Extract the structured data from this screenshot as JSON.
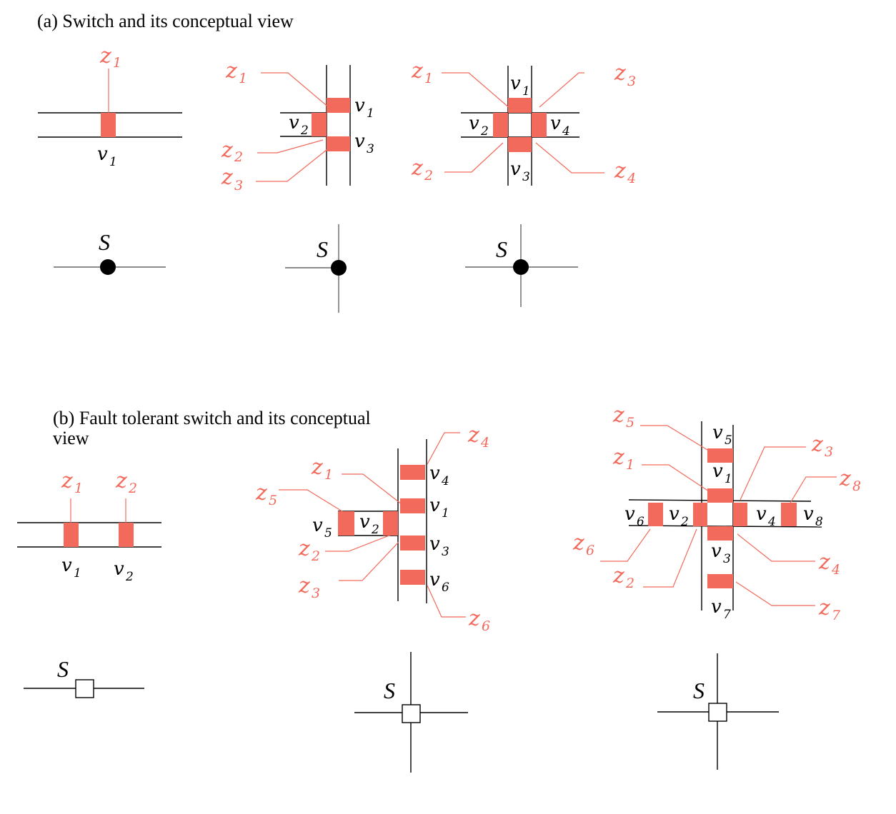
{
  "panel_a": {
    "caption": "(a) Switch and its conceptual view",
    "symbol_label": "S"
  },
  "panel_b": {
    "caption_line1": "(b) Fault tolerant switch and its conceptual",
    "caption_line2": "view",
    "symbol_label": "S"
  },
  "labels": {
    "z": "z",
    "v": "v",
    "n1": "1",
    "n2": "2",
    "n3": "3",
    "n4": "4",
    "n5": "5",
    "n6": "6",
    "n7": "7",
    "n8": "8"
  },
  "colors": {
    "accent": "#f26a5b",
    "line": "#000000",
    "symbol_line": "#666666"
  }
}
